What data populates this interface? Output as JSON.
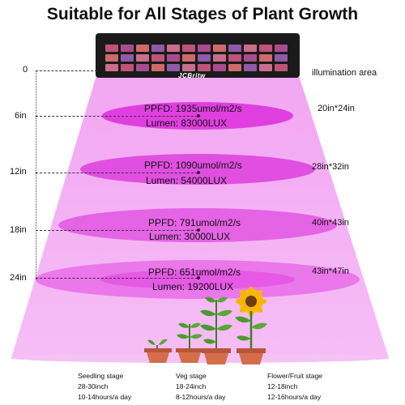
{
  "title": "Suitable for All Stages of Plant Growth",
  "brand": "JCBritw",
  "illumination_header": "illumination area",
  "ruler": [
    {
      "label": "0"
    },
    {
      "label": "6in"
    },
    {
      "label": "12in"
    },
    {
      "label": "18in"
    },
    {
      "label": "24in"
    }
  ],
  "levels": [
    {
      "ppfd": "PPFD: 1935umol/m2/s",
      "lumen": "Lumen: 83000LUX",
      "area": "20in*24in"
    },
    {
      "ppfd": "PPFD: 1090umol/m2/s",
      "lumen": "Lumen: 54000LUX",
      "area": "28in*32in"
    },
    {
      "ppfd": "PPFD: 791umol/m2/s",
      "lumen": "Lumen: 30000LUX",
      "area": "40in*43in"
    },
    {
      "ppfd": "PPFD: 651umol/m2/s",
      "lumen": "Lumen: 19200LUX",
      "area": "43in*47in"
    }
  ],
  "stages": [
    {
      "name": "Seedling stage",
      "height": "28-30inch",
      "hours": "10-14hours/a day"
    },
    {
      "name": "Veg stage",
      "height": "18-24inch",
      "hours": "8-12hours/a day"
    },
    {
      "name": "Flower/Fruit stage",
      "height": "12-18inch",
      "hours": "12-16hours/a day"
    }
  ],
  "icons": [
    "grow-light-panel",
    "seedling-pot-icon",
    "sprout-pot-icon",
    "veg-plant-pot-icon",
    "sunflower-pot-icon"
  ]
}
